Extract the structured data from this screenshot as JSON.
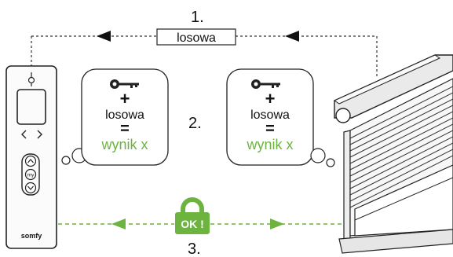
{
  "steps": {
    "step1": "1.",
    "step2": "2.",
    "step3": "3."
  },
  "random_box": "losowa",
  "bubble_left": {
    "icon": "key-icon",
    "plus": "+",
    "random": "losowa",
    "equals": "=",
    "result": "wynik x"
  },
  "bubble_right": {
    "icon": "key-icon",
    "plus": "+",
    "random": "losowa",
    "equals": "=",
    "result": "wynik x"
  },
  "lock_badge": {
    "icon": "padlock-icon",
    "text": "OK !"
  },
  "remote": {
    "brand": "somfy",
    "up_icon": "chevron-up-icon",
    "my_label": "my",
    "down_icon": "chevron-down-icon",
    "left_icon": "chevron-left-icon",
    "right_icon": "chevron-right-icon"
  },
  "colors": {
    "green": "#6cb33f",
    "line": "#222222",
    "dashed_gray": "#444444"
  }
}
